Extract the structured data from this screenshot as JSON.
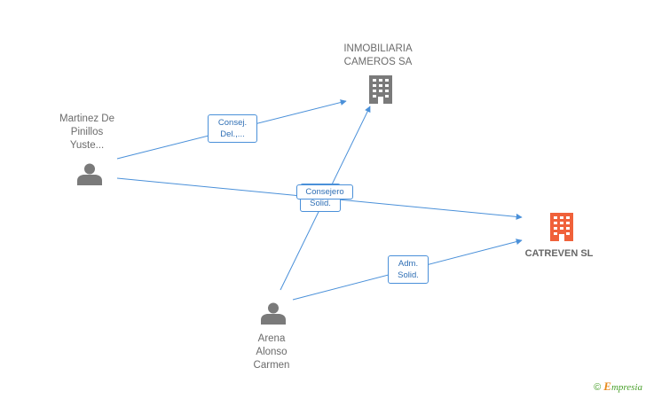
{
  "colors": {
    "edge": "#4a90d9",
    "person": "#7a7a7a",
    "company": "#7a7a7a",
    "company_main": "#f0613a",
    "label_text": "#6b6b6b"
  },
  "nodes": {
    "martinez": {
      "label": "Martinez De\nPinillos\nYuste...",
      "icon": "person-icon"
    },
    "arena": {
      "label": "Arena\nAlonso\nCarmen",
      "icon": "person-icon"
    },
    "inmobiliaria": {
      "label": "INMOBILIARIA\nCAMEROS SA",
      "icon": "building-icon"
    },
    "catreven": {
      "label": "CATREVEN SL",
      "icon": "building-icon"
    }
  },
  "edges": {
    "martinez_inmobiliaria": {
      "label": "Consej.\nDel.,..."
    },
    "martinez_catreven": {
      "label": "Consejero"
    },
    "arena_inmobiliaria": {
      "label": "Consej.\nSolid."
    },
    "arena_catreven": {
      "label": "Adm.\nSolid."
    }
  },
  "brand": {
    "copyright": "©",
    "name_initial": "E",
    "name_rest": "mpresia"
  }
}
